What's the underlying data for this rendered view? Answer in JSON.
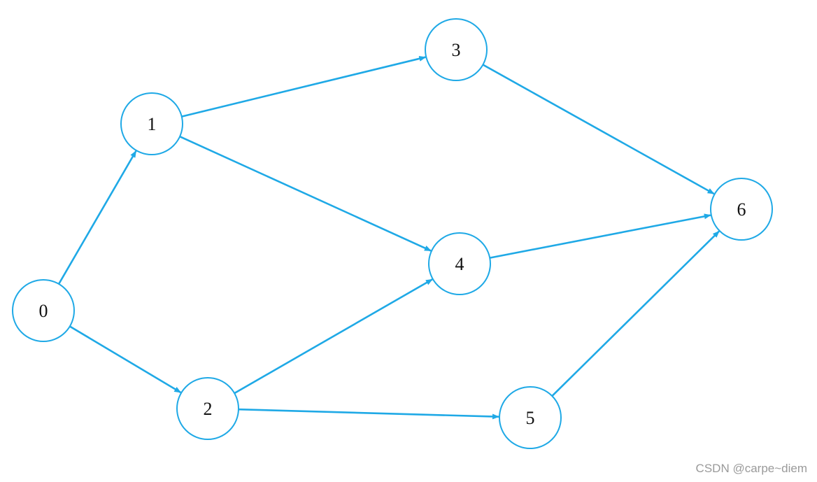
{
  "diagram": {
    "type": "directed-graph",
    "edge_color": "#1fa9e6",
    "node_stroke_color": "#1fa9e6",
    "label_color": "#111111",
    "nodes": [
      {
        "id": "0",
        "label": "0"
      },
      {
        "id": "1",
        "label": "1"
      },
      {
        "id": "2",
        "label": "2"
      },
      {
        "id": "3",
        "label": "3"
      },
      {
        "id": "4",
        "label": "4"
      },
      {
        "id": "5",
        "label": "5"
      },
      {
        "id": "6",
        "label": "6"
      }
    ],
    "edges": [
      {
        "from": "0",
        "to": "1"
      },
      {
        "from": "0",
        "to": "2"
      },
      {
        "from": "1",
        "to": "3"
      },
      {
        "from": "1",
        "to": "4"
      },
      {
        "from": "2",
        "to": "4"
      },
      {
        "from": "2",
        "to": "5"
      },
      {
        "from": "3",
        "to": "6"
      },
      {
        "from": "4",
        "to": "6"
      },
      {
        "from": "5",
        "to": "6"
      }
    ]
  },
  "watermark": {
    "text": "CSDN @carpe~diem",
    "color": "#9a9a9a"
  }
}
